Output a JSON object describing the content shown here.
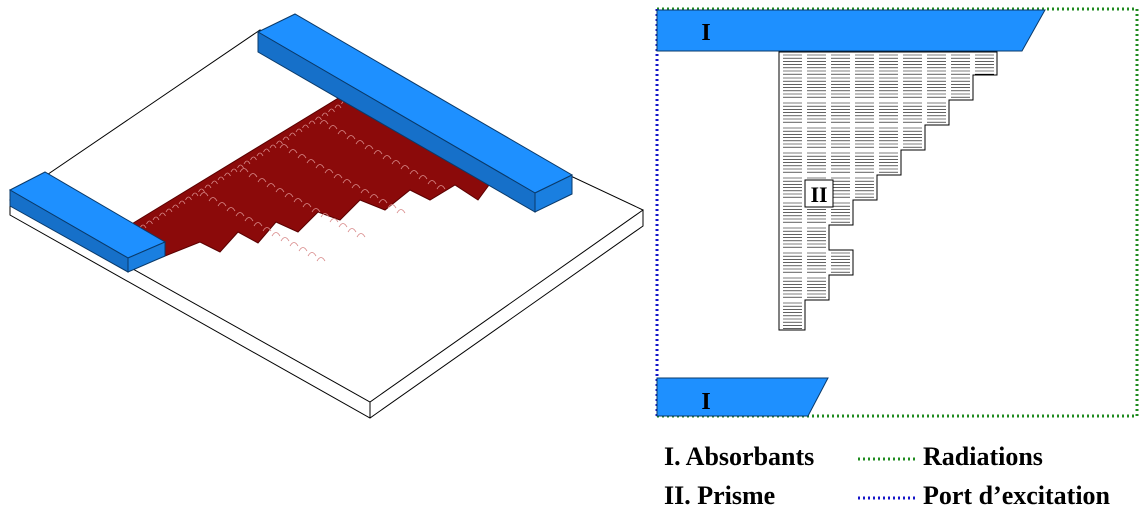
{
  "colors": {
    "absorber_fill": "#1e90ff",
    "absorber_side": "#1670c9",
    "prism_color": "#8b0a0a",
    "radiation_line": "#1f8b1f",
    "port_line": "#1414c8"
  },
  "labels": {
    "absorber_top": "I",
    "absorber_bottom": "I",
    "prism": "II"
  },
  "legend": {
    "absorbers": "I. Absorbants",
    "prism": "II. Prisme",
    "radiations": "Radiations",
    "port": "Port d’excitation"
  }
}
